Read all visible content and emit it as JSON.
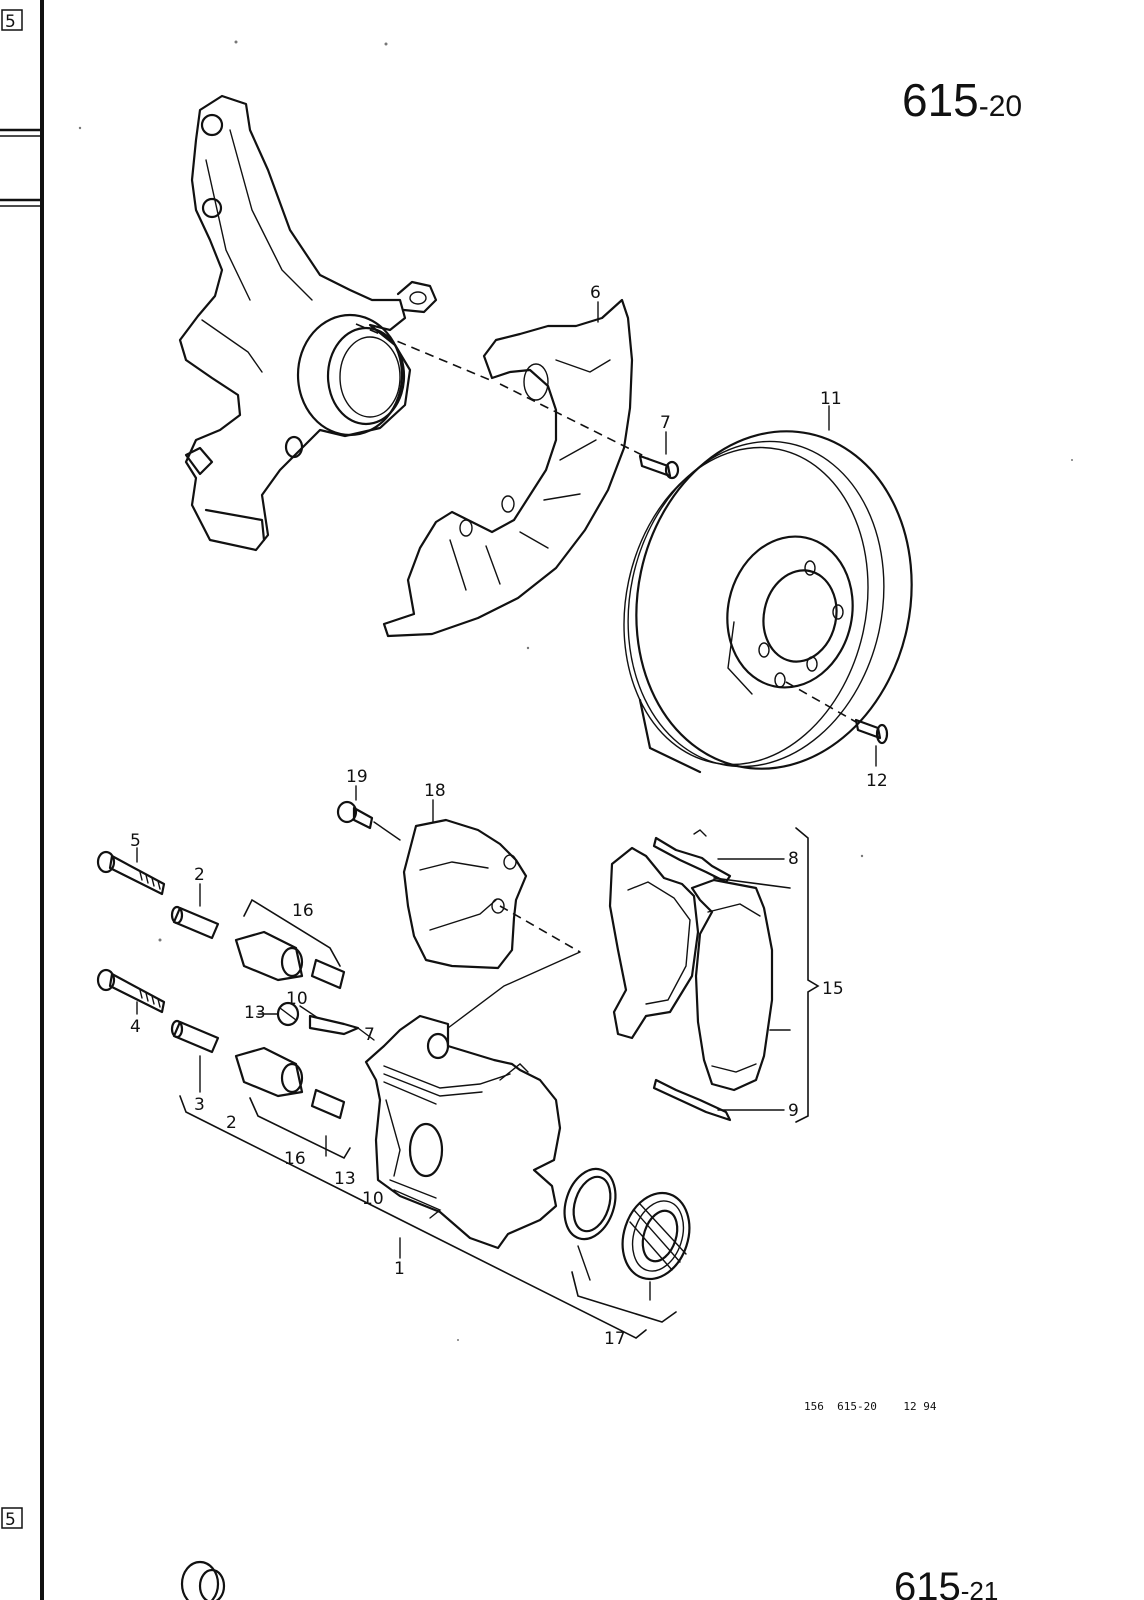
{
  "page": {
    "number_main": "615",
    "number_suffix": "-20",
    "next_number_main": "615",
    "next_number_suffix": "-21",
    "footer_code": "156  615-20    12 94",
    "tab_marker": "5"
  },
  "callouts": {
    "c1": "1",
    "c2a": "2",
    "c2b": "2",
    "c3": "3",
    "c4": "4",
    "c5": "5",
    "c6": "6",
    "c7a": "7",
    "c7b": "7",
    "c8": "8",
    "c9": "9",
    "c10a": "10",
    "c10b": "10",
    "c11": "11",
    "c12": "12",
    "c13a": "13",
    "c13b": "13",
    "c15": "15",
    "c16a": "16",
    "c16b": "16",
    "c17": "17",
    "c18": "18",
    "c19": "19"
  }
}
